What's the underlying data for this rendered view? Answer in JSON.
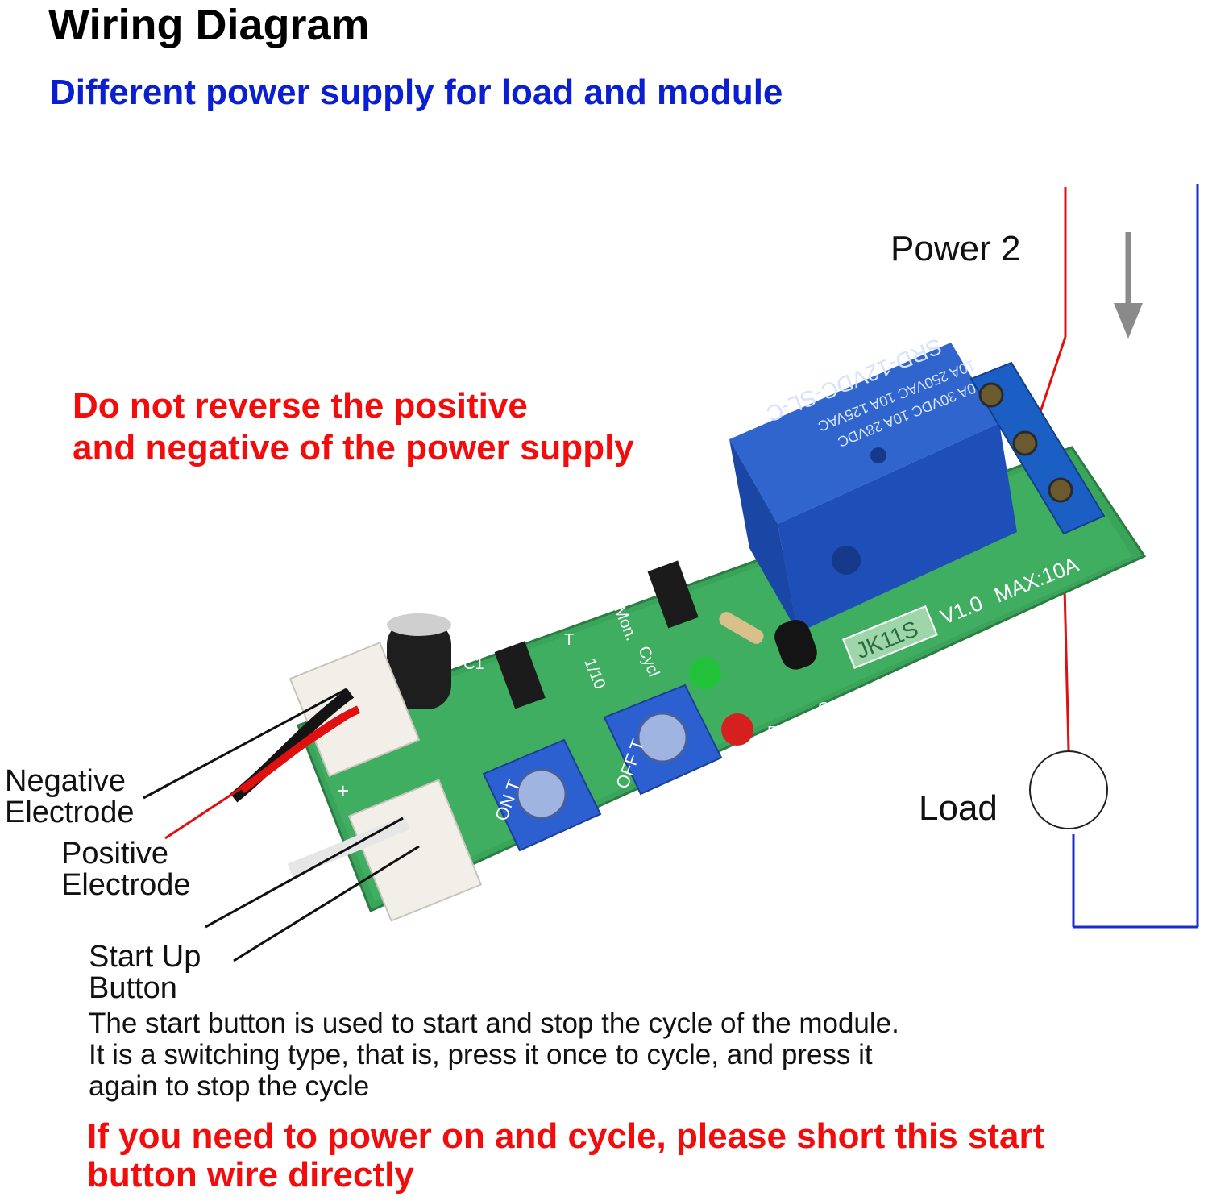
{
  "title": "Wiring Diagram",
  "subtitle": "Different power supply for load and module",
  "warning": {
    "line1": "Do not reverse the positive",
    "line2": "and negative of the power supply"
  },
  "labels": {
    "power2": "Power 2",
    "load": "Load",
    "negative": [
      "Negative",
      "Electrode"
    ],
    "positive": [
      "Positive",
      "Electrode"
    ],
    "start": [
      "Start Up",
      "Button"
    ]
  },
  "description": [
    "The start button is used to start and stop the cycle of the module.",
    "It is a switching type, that is, press it once to cycle, and press it",
    "again to stop the cycle"
  ],
  "note": [
    "If you need to power on and cycle, please short this start",
    "button wire directly"
  ],
  "board": {
    "relay_text": [
      "SRD-12VDC-SL-C",
      "10A 250VAC 10A 125VAC",
      "10A 30VDC 10A 28VDC"
    ],
    "model": "JK11S",
    "version": "V1.0",
    "max": "MAX:10A",
    "mode_labels": [
      "Mon.",
      "Cycl"
    ],
    "jumper_label": "1/10",
    "pot_labels": [
      "ON T",
      "OFF T"
    ],
    "misc_labels": [
      "C1",
      "Q1",
      "R",
      "+",
      "T"
    ]
  },
  "colors": {
    "title": "#000000",
    "subtitle": "#0a1fd0",
    "warning": "#f20c0c",
    "wire_red": "#e01010",
    "wire_blue": "#1a2bd0",
    "pcb_green": "#3aa55a",
    "relay_blue": "#1e4fb8"
  }
}
